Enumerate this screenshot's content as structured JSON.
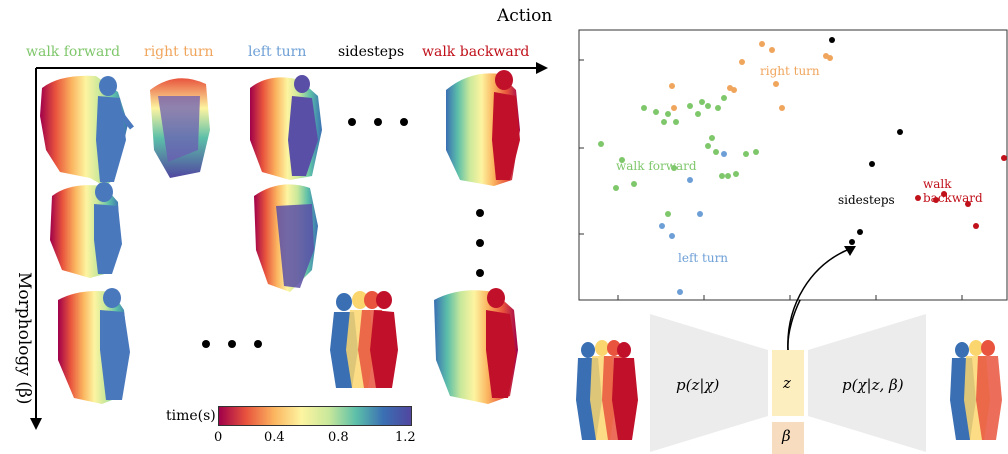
{
  "left_panel": {
    "action_axis_label": "Action",
    "morphology_axis_label": "Morphology (β)",
    "actions": [
      {
        "label": "walk forward",
        "color": "#7fc76b"
      },
      {
        "label": "right turn",
        "color": "#f0a55c"
      },
      {
        "label": "left turn",
        "color": "#6d9fd6"
      },
      {
        "label": "sidesteps",
        "color": "#000000"
      },
      {
        "label": "walk backward",
        "color": "#c0101a"
      }
    ],
    "colorbar": {
      "title": "time(s)",
      "ticks": [
        "0",
        "0.4",
        "0.8",
        "1.2"
      ],
      "gradient": [
        "#a0004a",
        "#e8543d",
        "#fbb45f",
        "#fdf4a0",
        "#c9e89b",
        "#5cbfa9",
        "#3a6fb3",
        "#5146a0"
      ]
    }
  },
  "scatter_panel": {
    "clusters": [
      {
        "label": "walk forward",
        "color": "#7fc76b"
      },
      {
        "label": "right turn",
        "color": "#f0a55c"
      },
      {
        "label": "left turn",
        "color": "#6d9fd6"
      },
      {
        "label": "sidesteps",
        "color": "#000000"
      },
      {
        "label": "walk backward",
        "color": "#c0101a"
      }
    ]
  },
  "model_diagram": {
    "encoder_label": "p(z|χ)",
    "decoder_label": "p(χ|z, β)",
    "latent_label": "z",
    "morphology_label": "β"
  }
}
